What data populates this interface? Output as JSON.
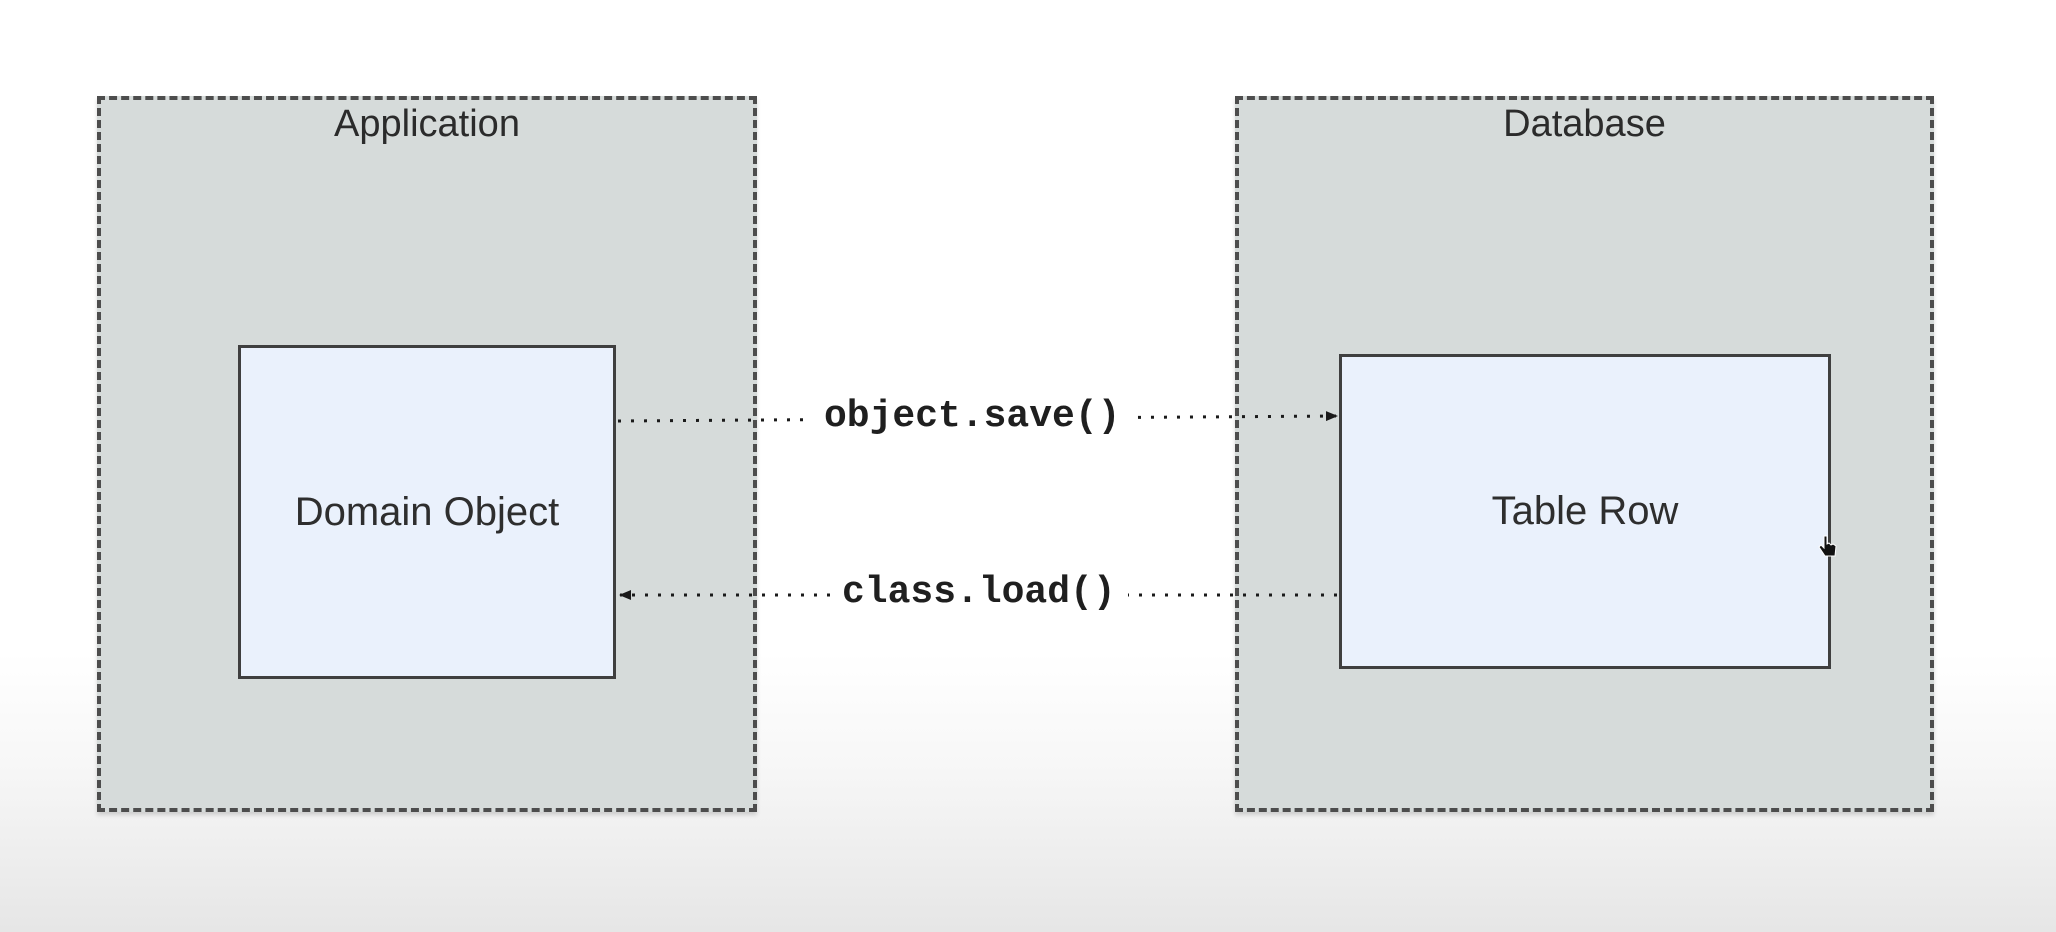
{
  "diagram": {
    "containers": {
      "application": {
        "title": "Application"
      },
      "database": {
        "title": "Database"
      }
    },
    "entities": {
      "domain_object": "Domain Object",
      "table_row": "Table Row"
    },
    "arrows": {
      "save": {
        "label": "object.save()",
        "from": "Domain Object",
        "to": "Table Row"
      },
      "load": {
        "label": "class.load()",
        "from": "Table Row",
        "to": "Domain Object"
      }
    },
    "colors": {
      "container_fill": "#d6dbda",
      "container_border": "#4d4d4d",
      "entity_fill": "#eaf1fc",
      "entity_border": "#3f3f3f",
      "arrow": "#1a1a1a"
    }
  }
}
